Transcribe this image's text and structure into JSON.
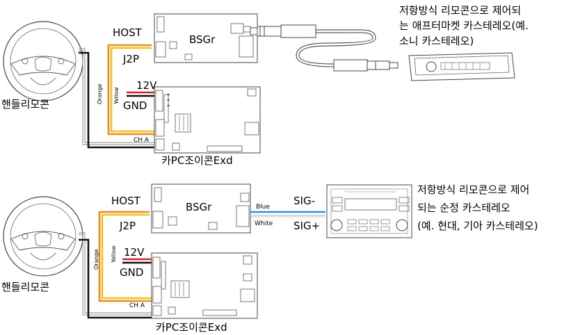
{
  "top": {
    "host_label": "HOST",
    "j2p_label": "J2P",
    "bsgr_label": "BSGr",
    "v12_label": "12V",
    "gnd_label": "GND",
    "orange_label": "Orange",
    "yellow_label": "Yellow",
    "cha_label": "CH A",
    "controller_label": "카PC조이콘Exd",
    "wheel_label": "핸들리모콘",
    "stereo_desc": [
      "저항방식 리모콘으로 제어되",
      "는 애프터마켓 카스테레오(예.",
      "소니 카스테레오)"
    ]
  },
  "bottom": {
    "host_label": "HOST",
    "j2p_label": "J2P",
    "bsgr_label": "BSGr",
    "v12_label": "12V",
    "gnd_label": "GND",
    "orange_label": "Orange",
    "yellow_label": "Yellow",
    "cha_label": "CH A",
    "blue_label": "Blue",
    "white_label": "White",
    "sig_minus": "SIG-",
    "sig_plus": "SIG+",
    "controller_label": "카PC조이콘Exd",
    "wheel_label": "핸들리모콘",
    "stereo_desc": [
      "저항방식 리모콘으로 제어",
      "되는 순정 카스테레오",
      "(예. 현대, 기아 카스테레오)"
    ]
  },
  "colors": {
    "orange": "#f08a1c",
    "yellow": "#f6c21a",
    "red": "#e02020",
    "black": "#111111",
    "blue": "#2f8fe0",
    "white_wire": "#cccccc"
  }
}
